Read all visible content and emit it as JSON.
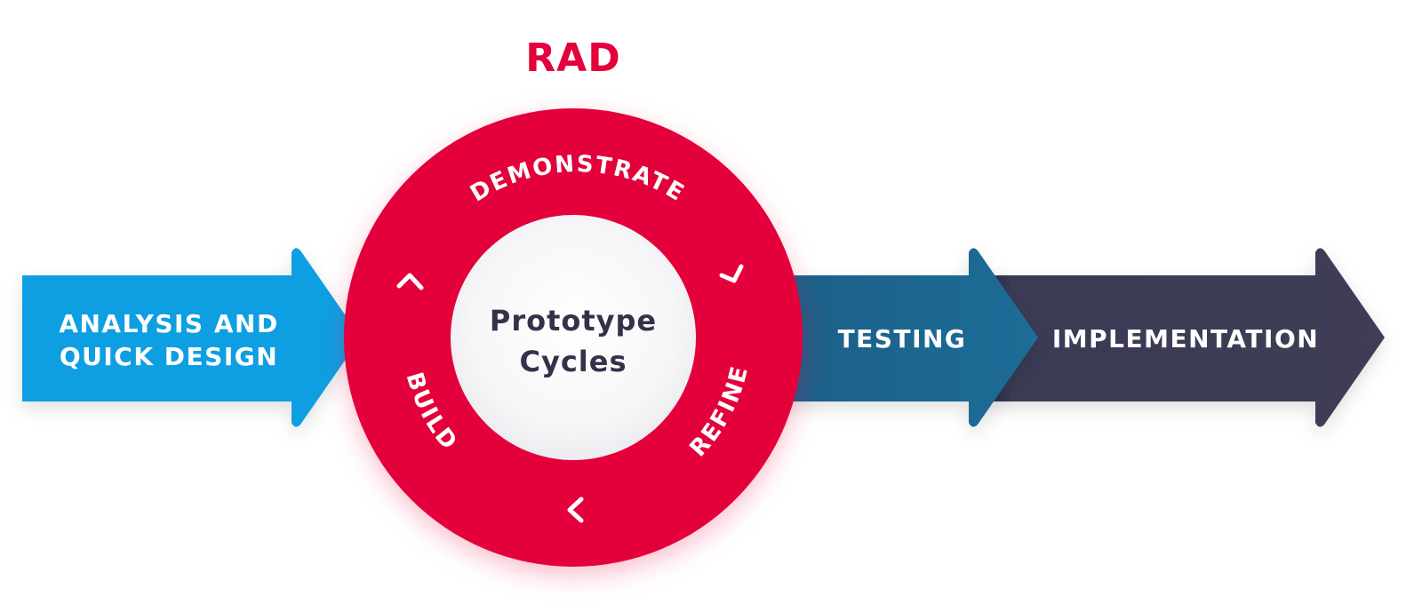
{
  "title": "RAD",
  "stages": {
    "analysis": {
      "line1": "ANALYSIS AND",
      "line2": "QUICK DESIGN"
    },
    "testing": "TESTING",
    "implementation": "IMPLEMENTATION"
  },
  "cycle": {
    "center_line1": "Prototype",
    "center_line2": "Cycles",
    "steps": {
      "demonstrate": "DEMONSTRATE",
      "refine": "REFINE",
      "build": "BUILD"
    }
  },
  "colors": {
    "title": "#e4003b",
    "analysis_arrow": "#0c9fe2",
    "ring": "#e4003b",
    "testing_arrow": "#1c6690",
    "implementation_arrow": "#3d3b52",
    "center_text": "#33324a",
    "center_circle": "#f4f4f6"
  }
}
